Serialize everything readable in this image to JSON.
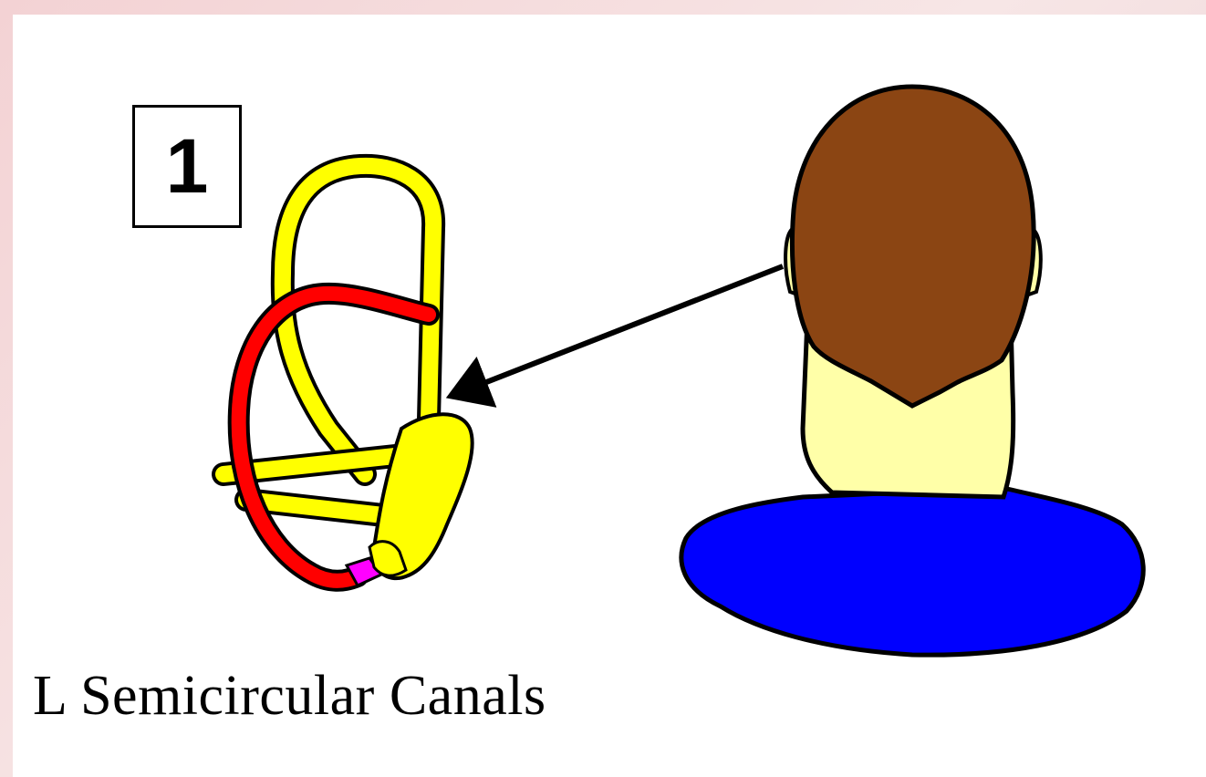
{
  "diagram": {
    "step_number": "1",
    "caption": "L Semicircular Canals",
    "colors": {
      "canal_yellow": "#ffff00",
      "posterior_canal_red": "#ff0000",
      "ampulla_magenta": "#ff00ff",
      "hair_brown": "#8b4513",
      "skin": "#ffffa8",
      "shirt_blue": "#0000ff",
      "outline": "#000000"
    },
    "icons": [
      "semicircular-canals-illustration",
      "arrow-icon",
      "head-back-view-illustration"
    ]
  }
}
